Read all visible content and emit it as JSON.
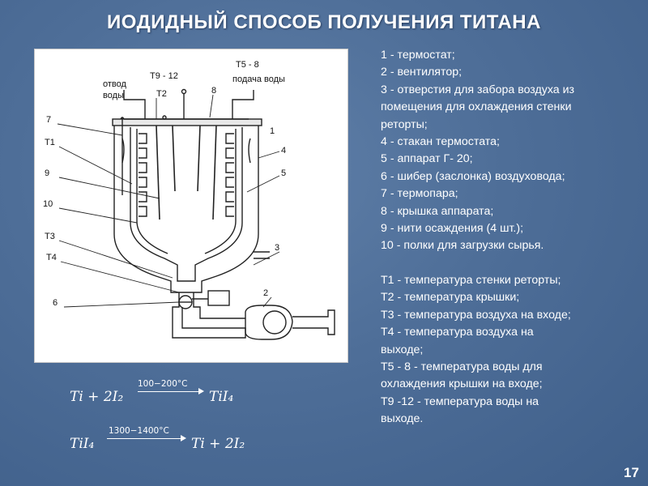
{
  "title": "ИОДИДНЫЙ СПОСОБ ПОЛУЧЕНИЯ ТИТАНА",
  "diagram": {
    "labels": {
      "t9_12": "Т9 - 12",
      "t5_8": "Т5 - 8",
      "outlet_line1": "отвод",
      "outlet_line2": "воды",
      "inlet": "подача воды",
      "t2": "Т2",
      "n8": "8",
      "n7": "7",
      "t1": "Т1",
      "n9": "9",
      "n10": "10",
      "t3": "Т3",
      "t4": "Т4",
      "n6": "6",
      "n1": "1",
      "n4": "4",
      "n5": "5",
      "n3": "3",
      "n2": "2"
    }
  },
  "legend": {
    "items": [
      "1 - термостат;",
      "2 - вентилятор;",
      "3 - отверстия для забора воздуха из",
      "помещения для охлаждения стенки",
      "реторты;",
      "4 - стакан термостата;",
      "5 - аппарат Г- 20;",
      "6 - шибер (заслонка) воздуховода;",
      "7 - термопара;",
      "8 - крышка аппарата;",
      "9 - нити осаждения (4 шт.);",
      "10 - полки для загрузки сырья."
    ],
    "temps": [
      "Т1 - температура стенки реторты;",
      "Т2 - температура крышки;",
      "Т3 - температура воздуха на входе;",
      "Т4 - температура воздуха на",
      "выходе;",
      "Т5 - 8 - температура воды для",
      "охлаждения крышки на входе;",
      "Т9 -12 - температура воды на",
      "выходе."
    ]
  },
  "equations": {
    "eq1": {
      "lhs": "Ti + 2I₂",
      "condition": "100−200°C",
      "rhs": "TiI₄"
    },
    "eq2": {
      "lhs": "TiI₄",
      "condition": "1300−1400°C",
      "rhs": "Ti + 2I₂"
    }
  },
  "page_number": "17"
}
